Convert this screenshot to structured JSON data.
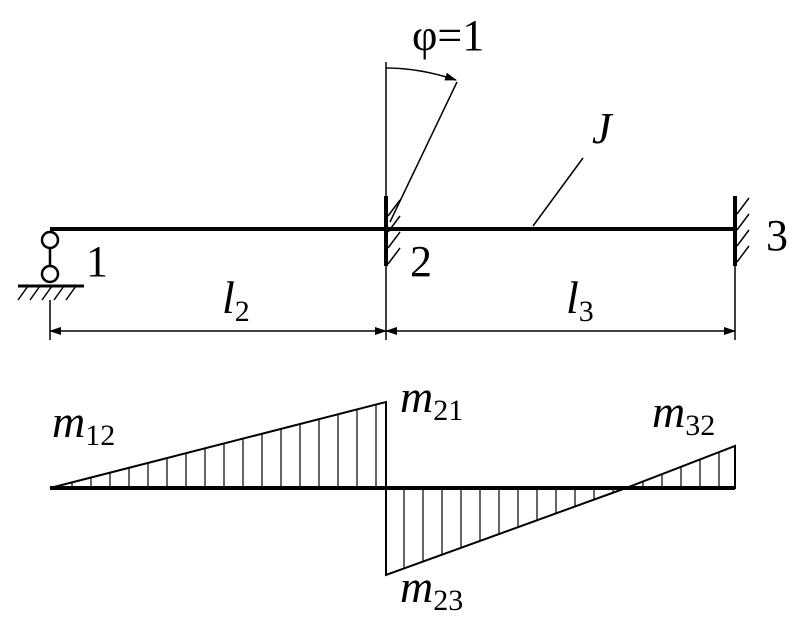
{
  "labels": {
    "rotation": "φ=1",
    "stiffness": "J",
    "node1": "1",
    "node2": "2",
    "node3": "3",
    "span2": {
      "base": "l",
      "sub": "2"
    },
    "span3": {
      "base": "l",
      "sub": "3"
    },
    "m12": {
      "base": "m",
      "sub": "12"
    },
    "m21": {
      "base": "m",
      "sub": "21"
    },
    "m23": {
      "base": "m",
      "sub": "23"
    },
    "m32": {
      "base": "m",
      "sub": "32"
    }
  },
  "colors": {
    "ink": "#000000",
    "background": "#ffffff"
  }
}
